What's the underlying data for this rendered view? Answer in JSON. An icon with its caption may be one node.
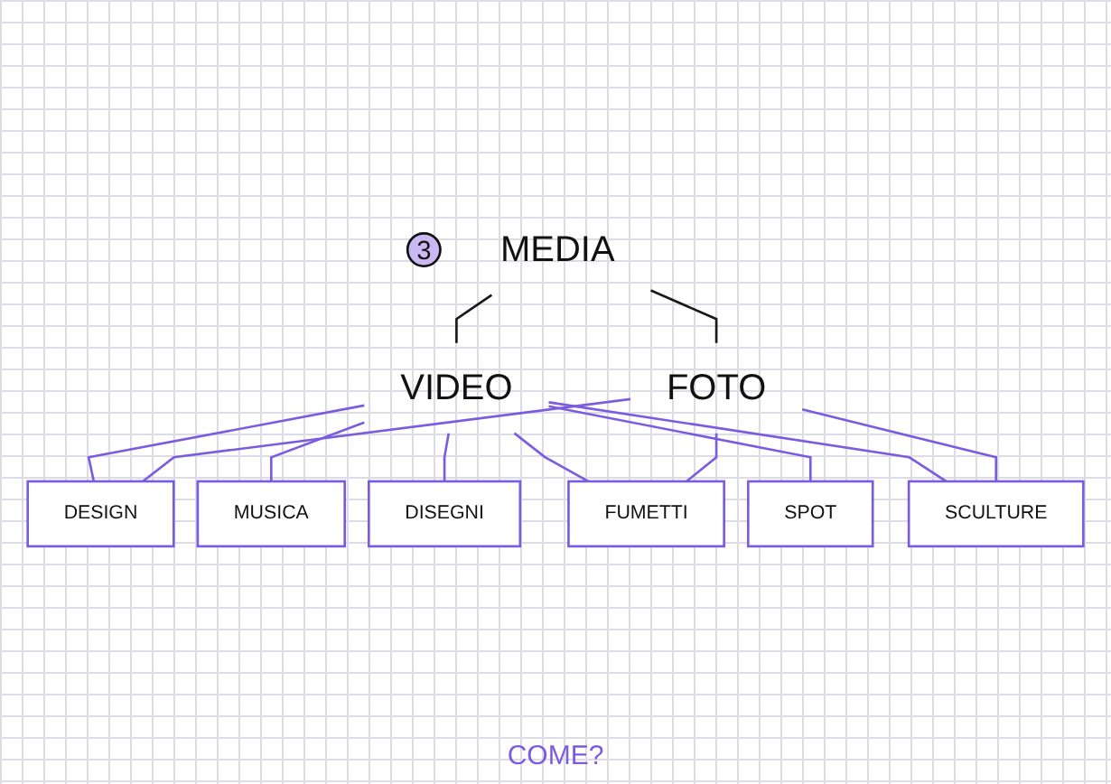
{
  "diagram": {
    "nodes": [
      {
        "text": [
          "3"
        ]
      },
      {
        "text": [
          "MEDIA"
        ]
      },
      {
        "text": [
          "VIDEO"
        ]
      },
      {
        "text": [
          "FOTO"
        ]
      },
      {
        "text": [
          "SPOT"
        ]
      },
      {
        "text": [
          "MUSICA"
        ]
      },
      {
        "text": [
          "FUMETTI"
        ]
      },
      {
        "text": [
          "DESIGN"
        ]
      },
      {
        "text": [
          "DISEGNI"
        ]
      },
      {
        "text": [
          "SCULTURE"
        ]
      }
    ],
    "edges": [
      {
        "from": 1,
        "to": 2,
        "arrow": "none",
        "color": "#1a1a1a"
      },
      {
        "from": 1,
        "to": 3,
        "arrow": "none",
        "color": "#1a1a1a"
      },
      {
        "from": 2,
        "to": 7,
        "arrow": "none"
      },
      {
        "from": 2,
        "to": 5,
        "arrow": "none"
      },
      {
        "from": 2,
        "to": 8,
        "arrow": "none"
      },
      {
        "from": 2,
        "to": 6,
        "arrow": "none"
      },
      {
        "from": 2,
        "to": 4,
        "arrow": "none"
      },
      {
        "from": 2,
        "to": 9,
        "arrow": "none"
      },
      {
        "from": 3,
        "to": 7,
        "arrow": "none"
      },
      {
        "from": 3,
        "to": 6,
        "arrow": "none"
      },
      {
        "from": 3,
        "to": 9,
        "arrow": "none"
      }
    ],
    "labels": [
      "COME?"
    ]
  }
}
